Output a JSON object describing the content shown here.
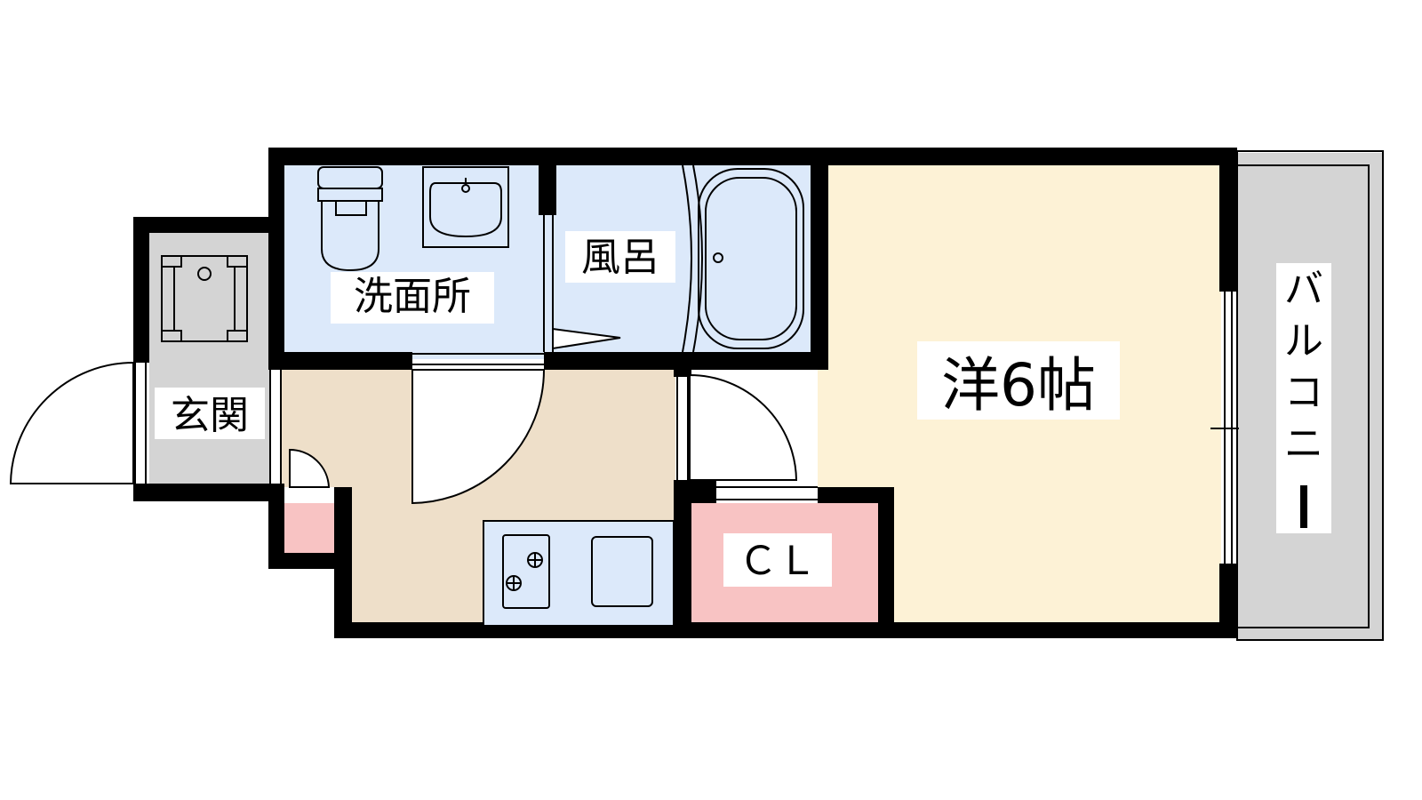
{
  "rooms": {
    "washroom": "洗面所",
    "bath": "風呂",
    "western_room": "洋6帖",
    "entrance": "玄関",
    "closet": "ＣＬ",
    "balcony_chars": [
      "バ",
      "ル",
      "コ",
      "ニ",
      "ー"
    ]
  },
  "colors": {
    "wall": "#000000",
    "wet_area": "#dce9fa",
    "western_room": "#fdf2d6",
    "kitchen_floor": "#eedfc9",
    "closet": "#f8c3c3",
    "entrance": "#d4d4d4",
    "balcony": "#d4d4d4"
  }
}
